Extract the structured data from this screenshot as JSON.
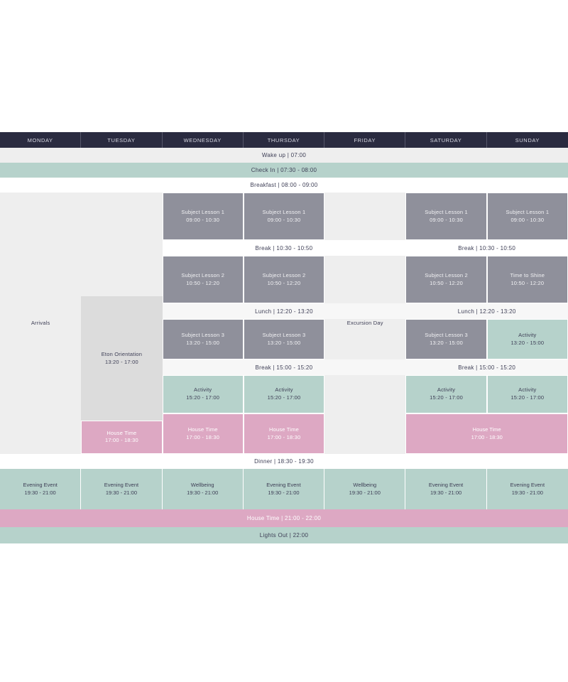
{
  "header": {
    "days": [
      "MONDAY",
      "TUESDAY",
      "WEDNESDAY",
      "THURSDAY",
      "FRIDAY",
      "SATURDAY",
      "SUNDAY"
    ]
  },
  "bands": {
    "wake_up": "Wake up  |  07:00",
    "check_in": "Check In  |  07:30 - 08:00",
    "breakfast": "Breakfast  |  08:00 - 09:00",
    "break1": "Break  |  10:30 - 10:50",
    "lunch": "Lunch  |  12:20 - 13:20",
    "break2": "Break  |  15:00 - 15:20",
    "dinner": "Dinner  |  18:30 - 19:30",
    "house_time_evening": "House Time  |  21:00 - 22:00",
    "lights_out": "Lights Out  |  22:00"
  },
  "labels": {
    "arrivals": "Arrivals",
    "excursion_day": "Excursion Day",
    "eton_orientation_title": "Eton Orientation",
    "eton_orientation_time": "13:20 - 17:00",
    "lesson1_title": "Subject Lesson 1",
    "lesson1_time": "09:00 - 10:30",
    "lesson2_title": "Subject Lesson 2",
    "lesson2_time": "10:50 - 12:20",
    "time_to_shine_title": "Time to Shine",
    "time_to_shine_time": "10:50 - 12:20",
    "lesson3_title": "Subject Lesson 3",
    "lesson3_time": "13:20 - 15:00",
    "activity_pm_title": "Activity",
    "activity_pm_time": "13:20 - 15:00",
    "activity_title": "Activity",
    "activity_time": "15:20 - 17:00",
    "house_time_title": "House Time",
    "house_time_time": "17:00 - 18:30",
    "evening_event_title": "Evening Event",
    "evening_event_time": "19:30 - 21:00",
    "wellbeing_title": "Wellbeing",
    "wellbeing_time": "19:30 - 21:00"
  },
  "evening": [
    {
      "title": "Evening Event",
      "time": "19:30 - 21:00"
    },
    {
      "title": "Evening Event",
      "time": "19:30 - 21:00"
    },
    {
      "title": "Wellbeing",
      "time": "19:30 - 21:00"
    },
    {
      "title": "Evening Event",
      "time": "19:30 - 21:00"
    },
    {
      "title": "Wellbeing",
      "time": "19:30 - 21:00"
    },
    {
      "title": "Evening Event",
      "time": "19:30 - 21:00"
    },
    {
      "title": "Evening Event",
      "time": "19:30 - 21:00"
    }
  ],
  "colors": {
    "header_bg": "#2a2b40",
    "lesson": "#8f909b",
    "activity": "#b6d2cb",
    "house": "#dda8c3",
    "neutral": "#eeeeee",
    "orientation": "#dcdcdc",
    "text_dark": "#3d3e55"
  }
}
